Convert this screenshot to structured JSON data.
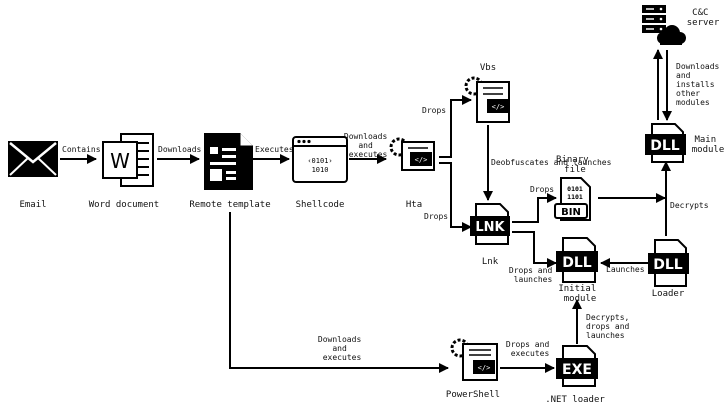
{
  "nodes": {
    "email": "Email",
    "word": "Word document",
    "remote": "Remote template",
    "shellcode": "Shellcode",
    "hta": "Hta",
    "vbs": "Vbs",
    "lnk": "Lnk",
    "binary": [
      "Binary",
      "file"
    ],
    "initial": [
      "Initial",
      "module"
    ],
    "loader": "Loader",
    "main": [
      "Main",
      "module"
    ],
    "cc": [
      "C&C",
      "server"
    ],
    "powershell": "PowerShell",
    "netloader": ".NET loader"
  },
  "edges": {
    "contains": "Contains",
    "downloads": "Downloads",
    "executes": "Executes",
    "dl_exec_1": [
      "Downloads",
      "and",
      "executes"
    ],
    "drops_vbs": "Drops",
    "drops_lnk": "Drops",
    "deobf": "Deobfuscates and launches",
    "drops_bin": "Drops",
    "drops_launches": [
      "Drops and",
      "launches"
    ],
    "launches": "Launches",
    "decrypts": "Decrypts",
    "installs": [
      "Downloads",
      "and",
      "installs",
      "other",
      "modules"
    ],
    "dl_exec_2": [
      "Downloads",
      "and",
      "executes"
    ],
    "ps_drops": [
      "Drops and",
      "executes"
    ],
    "decrypts_drops": [
      "Decrypts,",
      "drops and",
      "launches"
    ]
  },
  "badges": {
    "lnk": "LNK",
    "dll_initial": "DLL",
    "dll_loader": "DLL",
    "dll_main": "DLL",
    "exe": "EXE",
    "bin": "BIN",
    "bits_1": "0101",
    "bits_2": "1101",
    "word_letter": "W"
  }
}
